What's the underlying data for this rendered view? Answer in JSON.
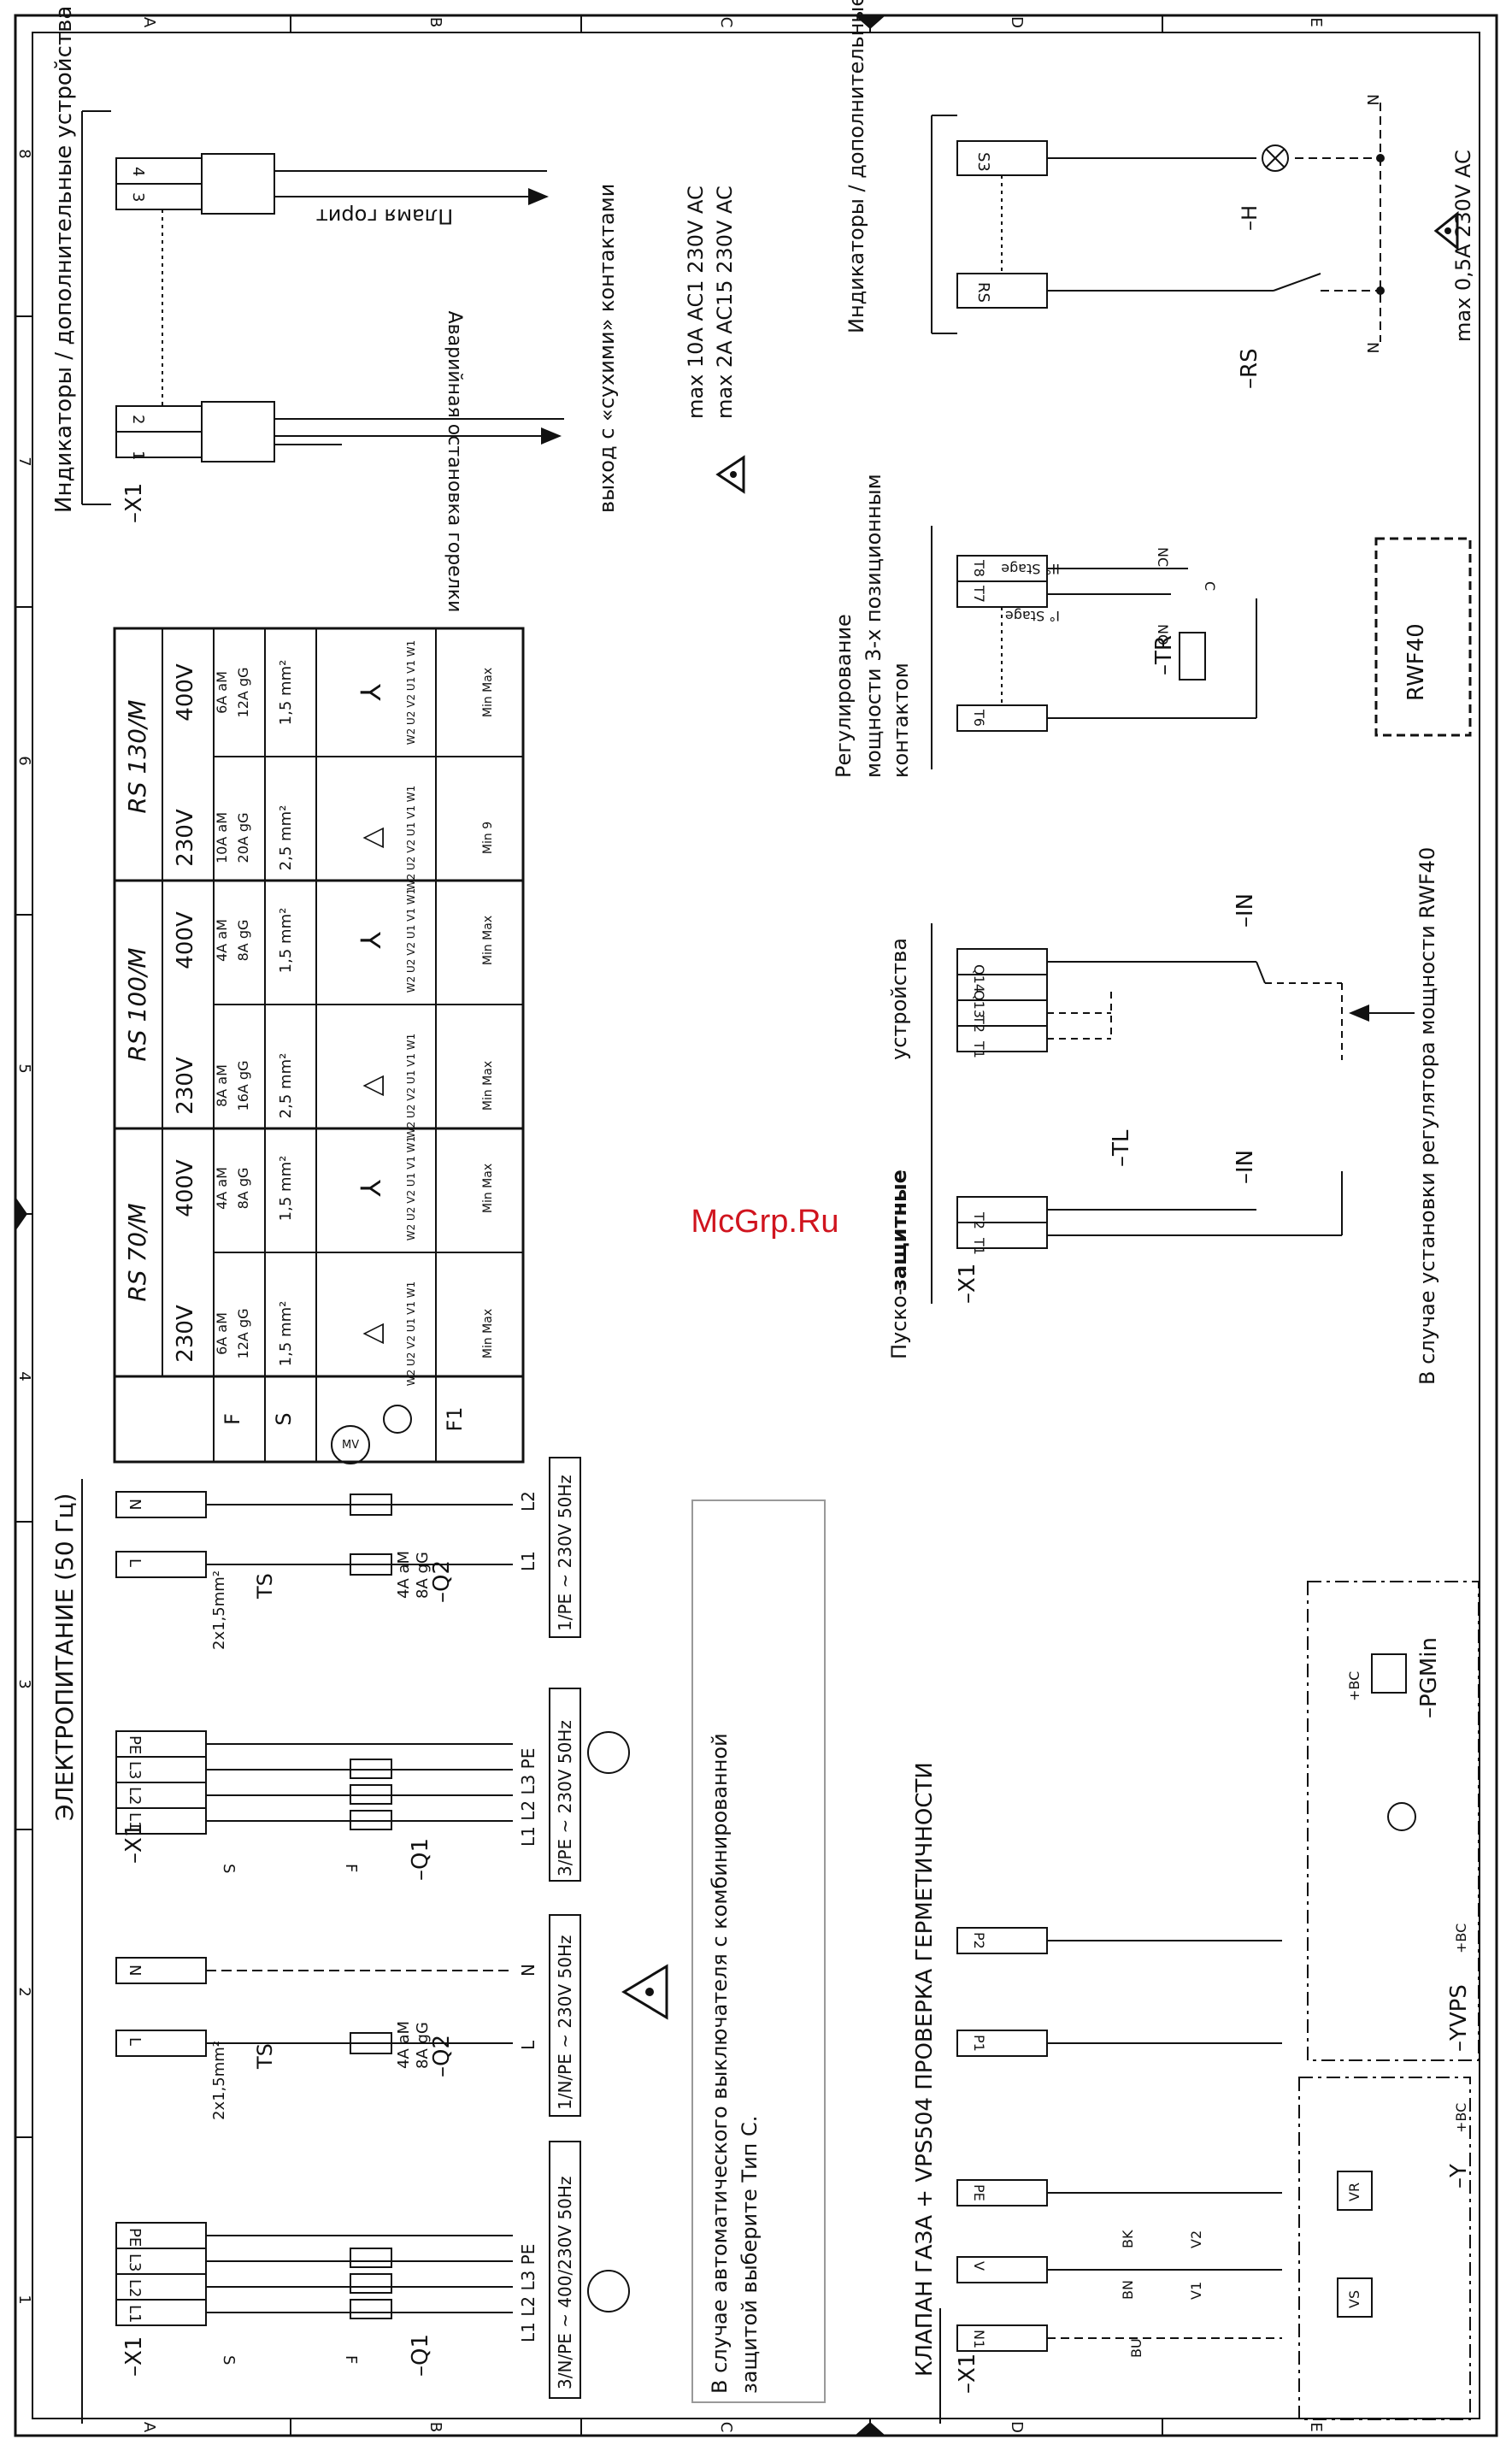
{
  "sheet": {
    "rows": [
      "A",
      "B",
      "C",
      "D",
      "E"
    ],
    "cols": [
      "1",
      "2",
      "3",
      "4",
      "5",
      "6",
      "7",
      "8"
    ]
  },
  "supply": {
    "title": "ЭЛЕКТРОПИТАНИЕ (50 Гц)",
    "x1": "–X1",
    "terminals_3ph": [
      "L1",
      "L2",
      "L3",
      "PE"
    ],
    "terminals_1ph": [
      "L",
      "N"
    ],
    "terminals_1ph_right": [
      "L",
      "N"
    ],
    "s_label": "S",
    "f_label": "F",
    "q1": "–Q1",
    "q2": "–Q2",
    "ts": "TS",
    "cable": "2x1,5mm²",
    "fuse_1ph": "4A aM",
    "fuse_1ph_2": "8A gG",
    "bus_3ph": "L1 L2 L3 PE",
    "bus_1ph": "L",
    "bus_1ph_n": "N",
    "net_a": "3/N/PE ~ 400/230V 50Hz",
    "net_b": "1/N/PE ~ 230V 50Hz",
    "net_c": "3/PE ~ 230V 50Hz",
    "net_d": "1/PE ~ 230V 50Hz",
    "l1": "L1",
    "l2": "L2",
    "warning": "В случае автоматического выключателя с комбинированной защитой выберите Тип С."
  },
  "table": {
    "models": [
      "RS 70/M",
      "RS 100/M",
      "RS 130/M"
    ],
    "row_labels": [
      "F",
      "S",
      "MV",
      "F1"
    ],
    "columns": [
      {
        "v": "230V",
        "f1": "6A aM",
        "f2": "12A gG",
        "s": "1,5 mm²",
        "conn": "△",
        "rel": "Min Max"
      },
      {
        "v": "400V",
        "f1": "4A aM",
        "f2": "8A gG",
        "s": "1,5 mm²",
        "conn": "⅄",
        "rel": "Min Max"
      },
      {
        "v": "230V",
        "f1": "8A aM",
        "f2": "16A gG",
        "s": "2,5 mm²",
        "conn": "△",
        "rel": "Min Max"
      },
      {
        "v": "400V",
        "f1": "4A aM",
        "f2": "8A gG",
        "s": "1,5 mm²",
        "conn": "⅄",
        "rel": "Min Max"
      },
      {
        "v": "230V",
        "f1": "10A aM",
        "f2": "20A gG",
        "s": "2,5 mm²",
        "conn": "△",
        "rel": "Min 9"
      },
      {
        "v": "400V",
        "f1": "6A aM",
        "f2": "12A gG",
        "s": "1,5 mm²",
        "conn": "⅄",
        "rel": "Min Max"
      }
    ],
    "terminals": "W2 U2 V2 U1 V1 W1"
  },
  "indicators_left": {
    "title": "Индикаторы / дополнительные устройства",
    "x1": "–X1",
    "terminals": [
      "1",
      "2",
      "3",
      "4"
    ],
    "lockout": "Аварийная остановка горелки",
    "flame": "Пламя горит",
    "dry": "выход с «сухими» контактами",
    "rating1": "max 10A AC1 230V AC",
    "rating2": "max 2A AC15 230V AC"
  },
  "indicators_right": {
    "title": "Индикаторы / дополнительные устройства",
    "terminals": [
      "RS",
      "S3"
    ],
    "h": "–H",
    "rs": "–RS",
    "rating": "max 0,5A 230V AC",
    "n": "N"
  },
  "protect": {
    "title_a": "Пуско-",
    "title_b": "защитные",
    "title_c": "устройства",
    "x1": "–X1",
    "terms_a": [
      "T1",
      "T2"
    ],
    "terms_b": [
      "T1",
      "T2",
      "Q13",
      "Q14"
    ],
    "tl": "–TL",
    "in1": "–IN",
    "in2": "–IN"
  },
  "modulation": {
    "title": "Регулирование мощности 3-х позиционным контактом",
    "terms": [
      "T6",
      "T7",
      "T8"
    ],
    "tr": "–TR",
    "stage1": "I° Stage",
    "stage2": "II° Stage",
    "no": "NO",
    "nc": "NC",
    "c": "C",
    "rwf": "RWF40",
    "rwf_note": "В случае установки регулятора мощности RWF40"
  },
  "gas": {
    "title": "КЛАПАН ГАЗА + VPS504 ПРОВЕРКА ГЕРМЕТИЧНОСТИ",
    "x1": "–X1",
    "terms": [
      "N1",
      "V",
      "PE",
      "P1",
      "P2"
    ],
    "wires": [
      "BU",
      "BN",
      "BK",
      "V1",
      "V2"
    ],
    "y": "–Y",
    "yvps": "–YVPS",
    "pgmin": "–PGMin",
    "vs": "VS",
    "vr": "VR",
    "bc": "+BC"
  },
  "watermark": "McGrp.Ru"
}
